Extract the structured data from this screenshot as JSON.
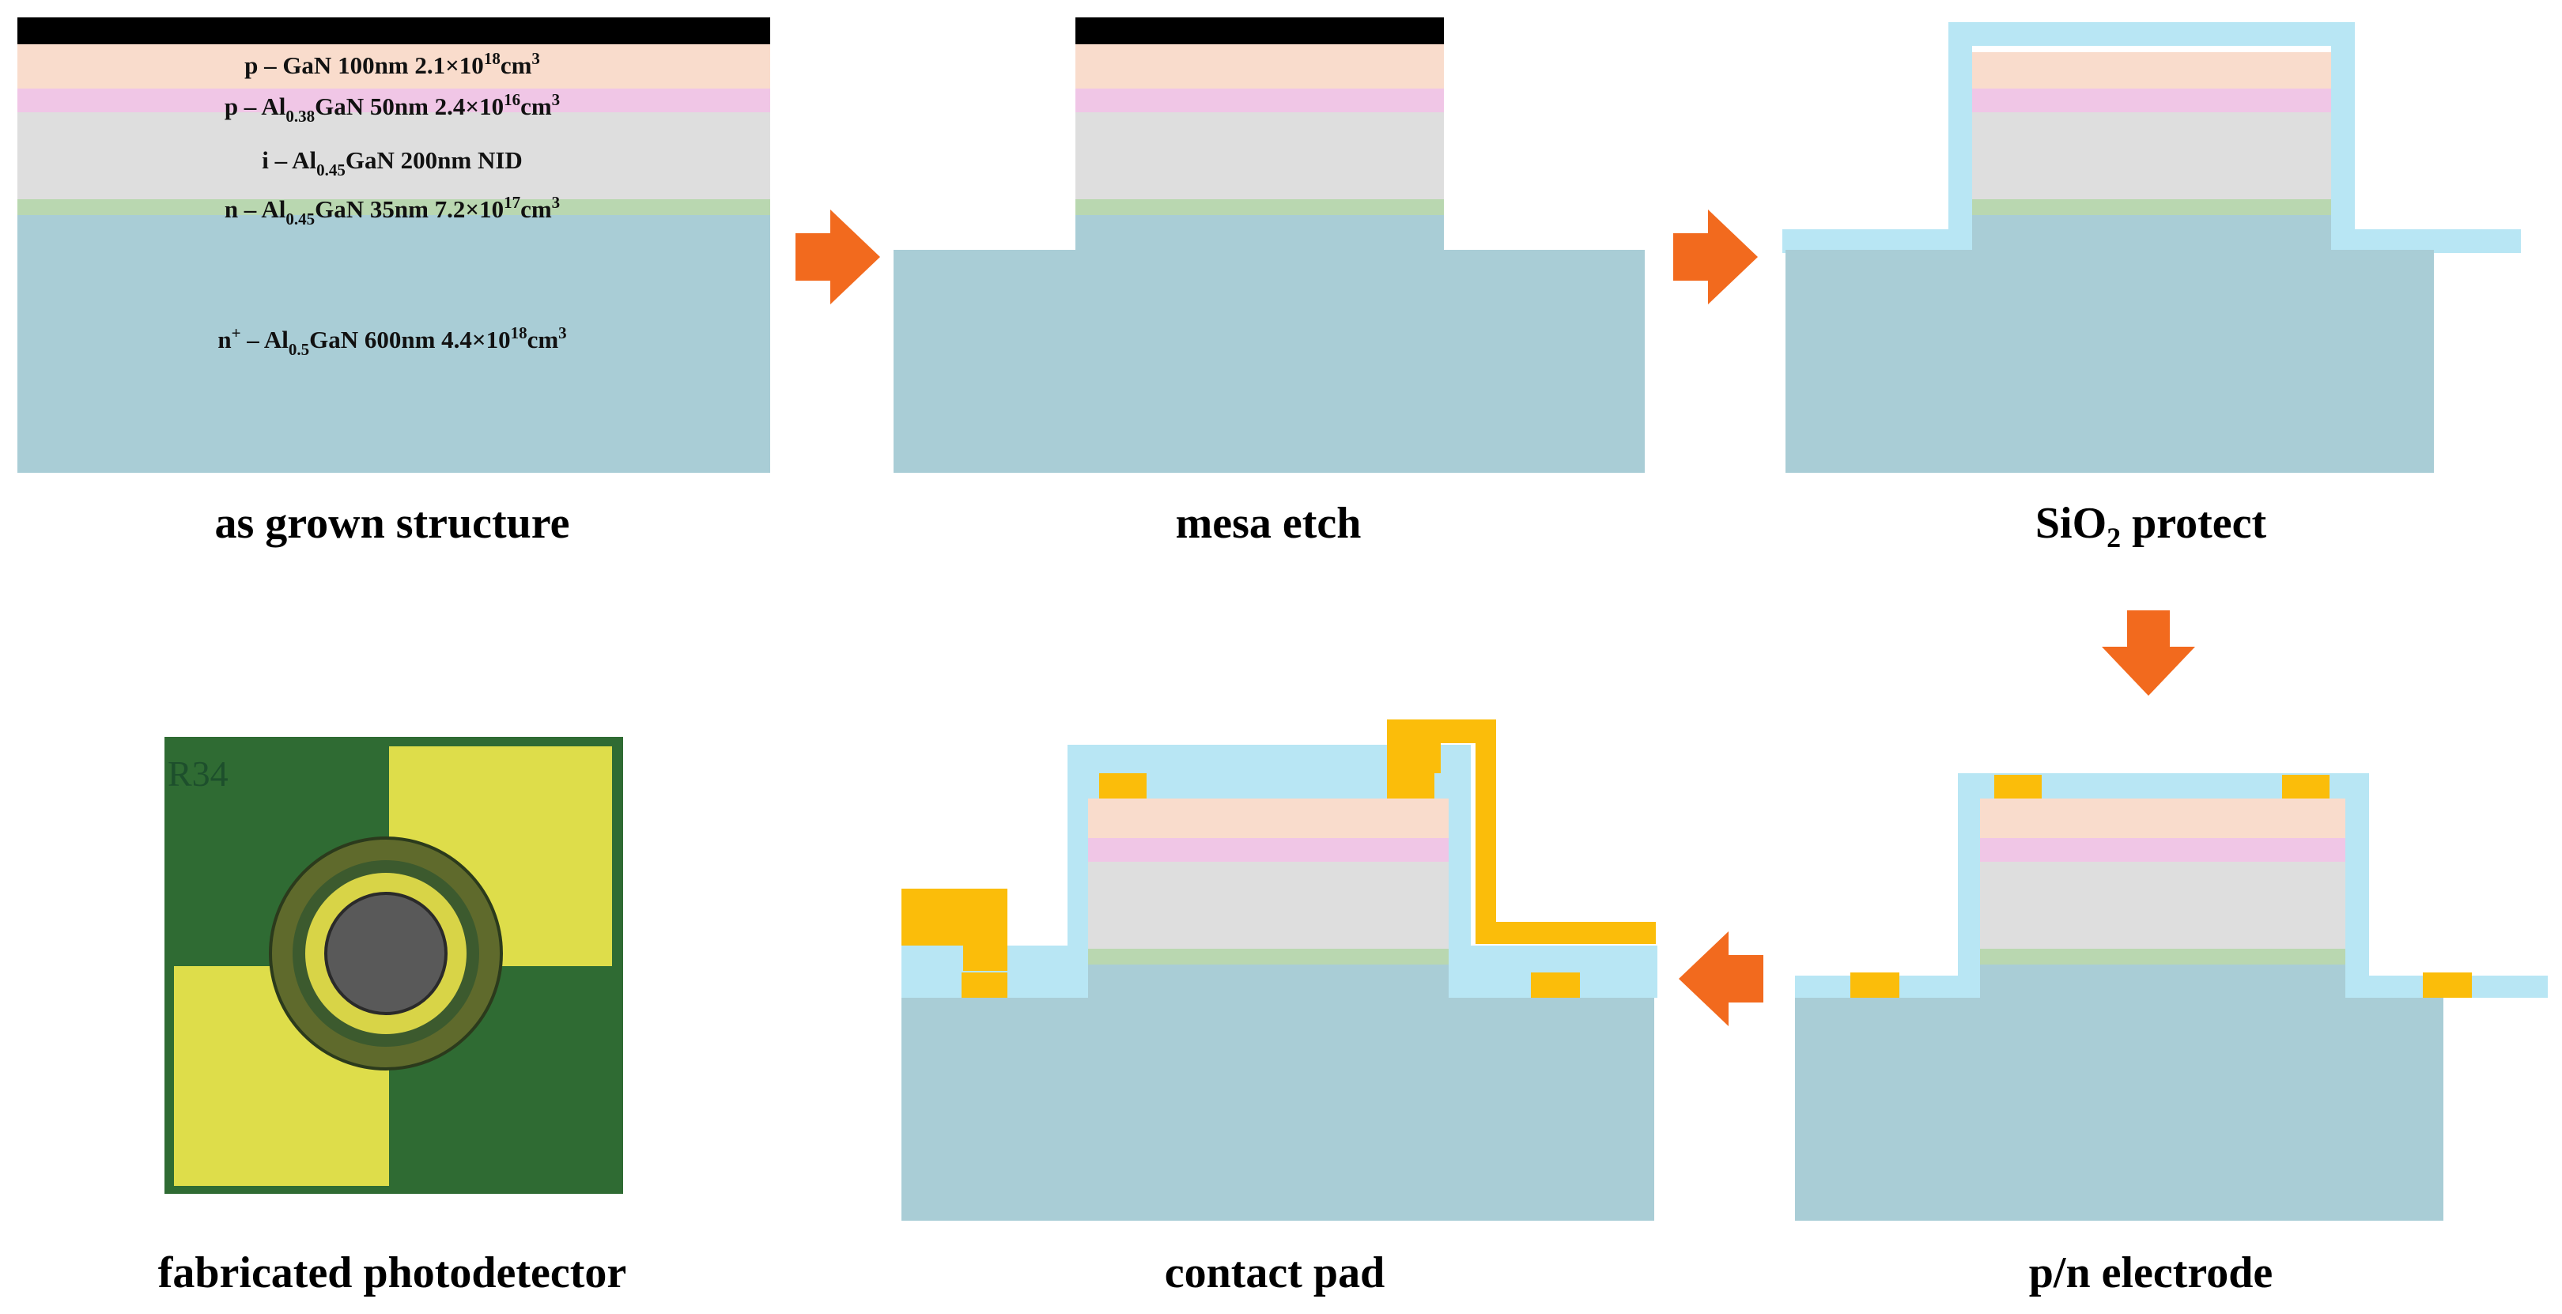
{
  "steps": [
    {
      "caption": "as grown structure"
    },
    {
      "caption": "mesa etch"
    },
    {
      "caption_prefix": "SiO",
      "caption_sub": "2",
      "caption_suffix": " protect"
    },
    {
      "caption": "p/n electrode"
    },
    {
      "caption": "contact pad"
    },
    {
      "caption": "fabricated photodetector"
    }
  ],
  "layers": [
    {
      "prefix": "p – GaN 100nm  2.1×10",
      "sup": "18",
      "suffix": "cm",
      "unit_sup": "3"
    },
    {
      "prefix": "p – Al",
      "sub": "0.38",
      "mid": "GaN 50nm  2.4×10",
      "sup": "16",
      "suffix": "cm",
      "unit_sup": "3"
    },
    {
      "prefix": "i – Al",
      "sub": "0.45",
      "mid": "GaN 200nm  NID"
    },
    {
      "prefix": "n – Al",
      "sub": "0.45",
      "mid": "GaN 35nm  7.2×10",
      "sup": "17",
      "suffix": "cm",
      "unit_sup": "3"
    },
    {
      "prefix": "n",
      "pre_sup": "+",
      "prefix2": " – Al",
      "sub": "0.5",
      "mid": "GaN 600nm  4.4×10",
      "sup": "18",
      "suffix": "cm",
      "unit_sup": "3"
    }
  ],
  "chip": {
    "label": "R34"
  },
  "colors": {
    "substrate": "#a9cdd6",
    "p_gan": "#f9dccc",
    "p_algan": "#f0c6e6",
    "i_algan": "#dedede",
    "n_algan": "#b9d7b0",
    "top_contact": "#000000",
    "sio2": "#b8e6f4",
    "metal": "#fbbd0a",
    "arrow": "#f26a1e",
    "chip_green": "#2f6b33",
    "chip_yellow": "#dedd4a"
  }
}
